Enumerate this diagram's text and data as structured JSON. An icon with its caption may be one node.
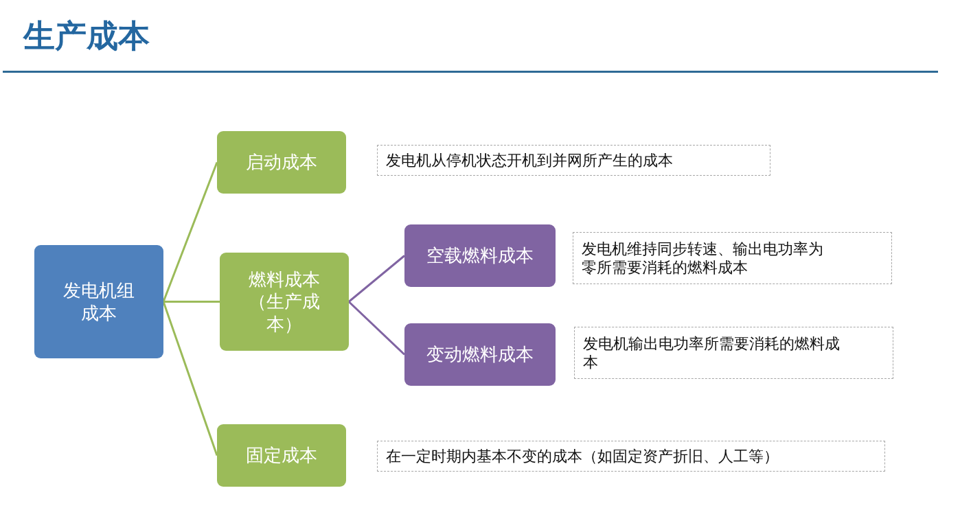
{
  "diagram": {
    "title": "生产成本",
    "nodes": [
      {
        "text": [
          "发电机组成本"
        ]
      },
      {
        "text": [
          "启动成本"
        ]
      },
      {
        "text": [
          "发电机从停机状态开机到并网所产生的成本"
        ]
      },
      {
        "text": [
          "燃料成本（生产成本）"
        ]
      },
      {
        "text": [
          "空载燃料成本"
        ]
      },
      {
        "text": [
          "发电机维持同步转速、输出电功率为零所需要消耗的燃料成本"
        ]
      },
      {
        "text": [
          "变动燃料成本"
        ]
      },
      {
        "text": [
          "发电机输出电功率所需要消耗的燃料成本"
        ]
      },
      {
        "text": [
          "固定成本"
        ]
      },
      {
        "text": [
          "在一定时期内基本不变的成本（如固定资产折旧、人工等）"
        ]
      }
    ],
    "edges": [
      {
        "from": 0,
        "to": 1,
        "arrow": "none"
      },
      {
        "from": 0,
        "to": 3,
        "arrow": "none"
      },
      {
        "from": 0,
        "to": 8,
        "arrow": "none"
      },
      {
        "from": 3,
        "to": 4,
        "arrow": "none",
        "color": "#8064a2"
      },
      {
        "from": 3,
        "to": 6,
        "arrow": "none",
        "color": "#8064a2"
      }
    ]
  }
}
